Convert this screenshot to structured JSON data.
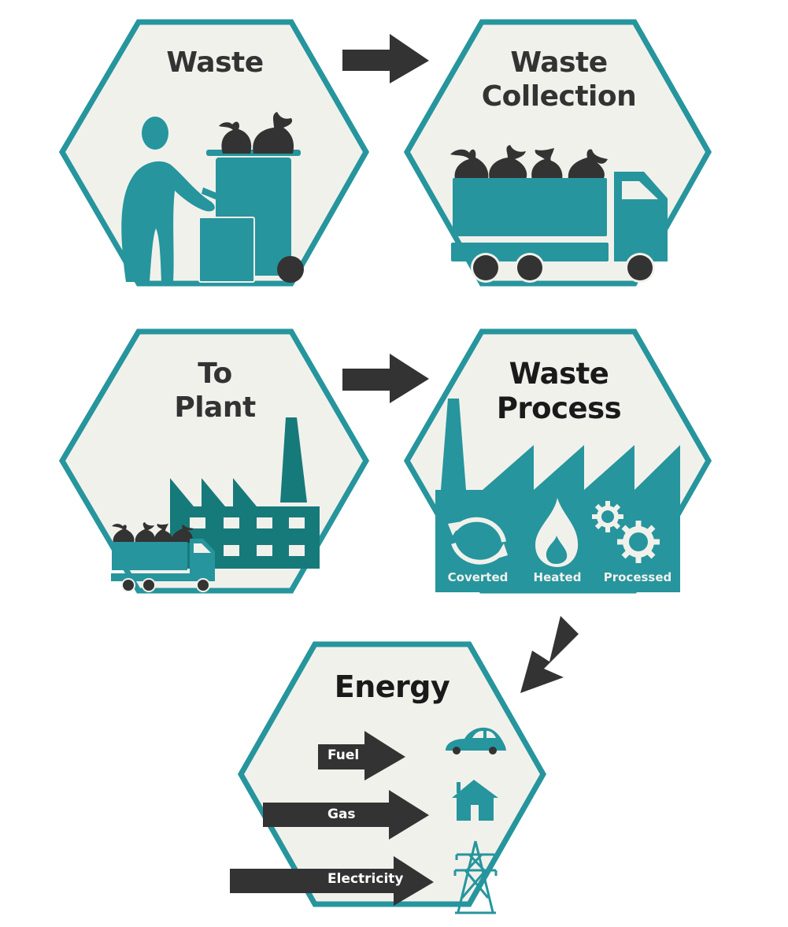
{
  "colors": {
    "teal": "#26959D",
    "teal_dark": "#177A7A",
    "hex_fill": "#F1F1EC",
    "dark": "#333333",
    "white": "#FFFFFF"
  },
  "steps": [
    {
      "id": "waste",
      "title": "Waste"
    },
    {
      "id": "collection",
      "title_line1": "Waste",
      "title_line2": "Collection"
    },
    {
      "id": "to-plant",
      "title_line1": "To",
      "title_line2": "Plant"
    },
    {
      "id": "process",
      "title_line1": "Waste",
      "title_line2": "Process",
      "stages": [
        "Coverted",
        "Heated",
        "Processed"
      ]
    },
    {
      "id": "energy",
      "title": "Energy",
      "outputs": [
        {
          "label": "Fuel",
          "icon": "car-icon"
        },
        {
          "label": "Gas",
          "icon": "house-icon"
        },
        {
          "label": "Electricity",
          "icon": "power-pylon-icon"
        }
      ]
    }
  ],
  "flow_arrows": [
    "waste-to-collection",
    "plant-to-process",
    "process-to-energy"
  ]
}
